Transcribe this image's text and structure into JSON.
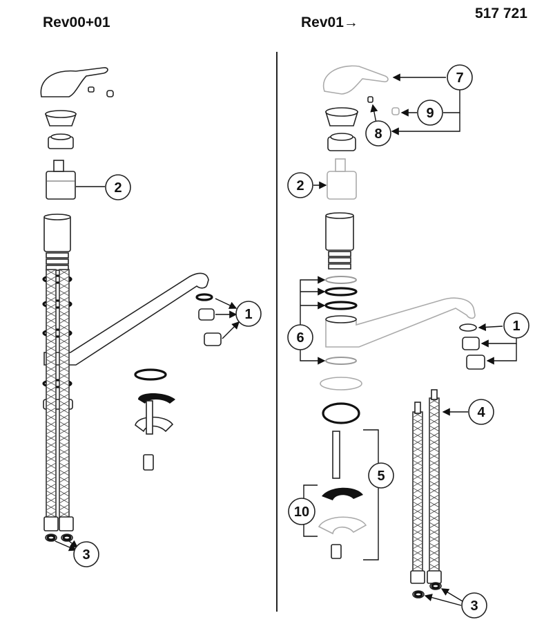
{
  "headers": {
    "left_revision": "Rev00+01",
    "right_revision": "Rev01→",
    "part_number": "517 721"
  },
  "callouts": {
    "left": [
      {
        "label": "2",
        "name": "cartridge"
      },
      {
        "label": "1",
        "name": "aerator-set"
      },
      {
        "label": "3",
        "name": "hose-gaskets"
      }
    ],
    "right": [
      {
        "label": "7",
        "name": "lever-handle"
      },
      {
        "label": "9",
        "name": "cap-screw"
      },
      {
        "label": "8",
        "name": "set-screw"
      },
      {
        "label": "2",
        "name": "cartridge"
      },
      {
        "label": "6",
        "name": "o-rings"
      },
      {
        "label": "1",
        "name": "aerator-set"
      },
      {
        "label": "4",
        "name": "flex-hoses"
      },
      {
        "label": "5",
        "name": "mounting-kit"
      },
      {
        "label": "10",
        "name": "clamp-washers"
      },
      {
        "label": "3",
        "name": "hose-gaskets"
      }
    ]
  },
  "colors": {
    "ink": "#111111",
    "faded": "#aaaaaa",
    "divider": "#222222"
  }
}
